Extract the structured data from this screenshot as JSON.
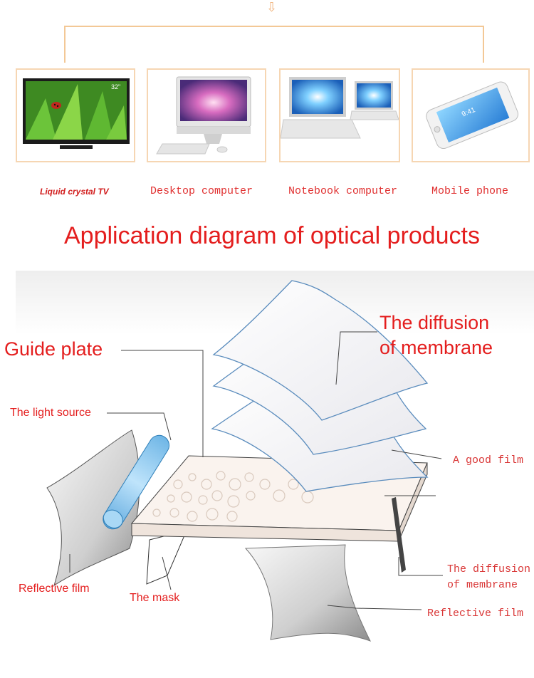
{
  "devices": [
    {
      "label": "Liquid crystal TV",
      "screen_text": "32\"",
      "icon": "tv-icon"
    },
    {
      "label": "Desktop computer",
      "icon": "desktop-computer-icon"
    },
    {
      "label": "Notebook computer",
      "icon": "laptop-icon"
    },
    {
      "label": "Mobile phone",
      "icon": "mobile-phone-icon",
      "screen_text": "9:41"
    }
  ],
  "title": "Application diagram of optical products",
  "diagram": {
    "guide_plate": "Guide plate",
    "diffusion_top_line1": "The diffusion",
    "diffusion_top_line2": "of membrane",
    "light_source": "The light source",
    "good_film": "A good film",
    "diffusion_right_line1": "The diffusion",
    "diffusion_right_line2": "of membrane",
    "reflective_film_left": "Reflective film",
    "mask": "The mask",
    "reflective_film_right": "Reflective film"
  },
  "colors": {
    "label_red": "#e41e1e",
    "bracket_orange": "#f3c896",
    "film_blue": "#7aa3c8",
    "light_source_blue": "#8ec9ee"
  }
}
